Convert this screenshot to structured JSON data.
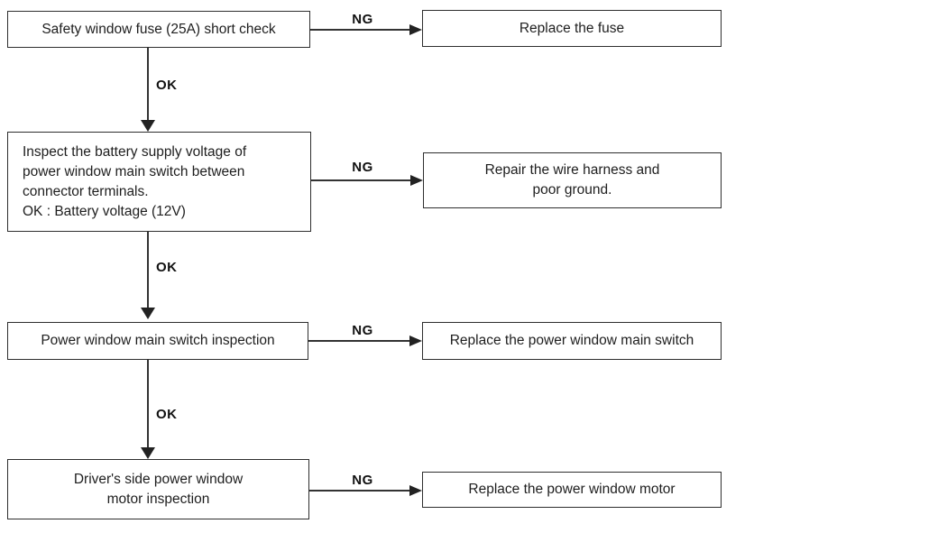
{
  "flowchart": {
    "connector_labels": {
      "ok": "OK",
      "ng": "NG"
    },
    "steps": [
      {
        "text": "Safety window fuse (25A) short check"
      },
      {
        "text": "Inspect the battery supply voltage of\npower window main switch between\nconnector terminals.\nOK : Battery voltage (12V)"
      },
      {
        "text": "Power window main switch inspection"
      },
      {
        "text": "Driver's side power window\nmotor  inspection"
      }
    ],
    "remedies": [
      {
        "text": "Replace the fuse"
      },
      {
        "text": "Repair the wire harness and\npoor ground."
      },
      {
        "text": "Replace the power window main switch"
      },
      {
        "text": "Replace the power window motor"
      }
    ]
  }
}
